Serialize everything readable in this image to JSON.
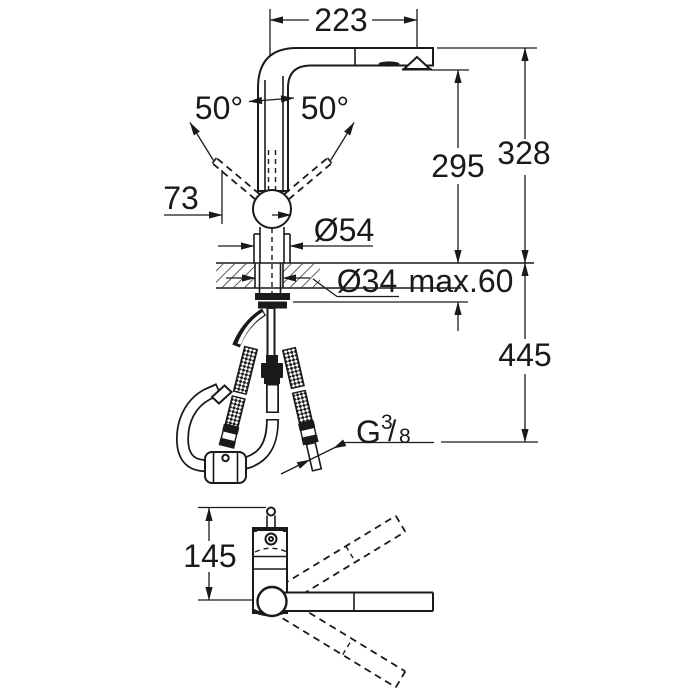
{
  "drawing": {
    "kind": "technical dimension drawing - pull-out kitchen mixer tap",
    "line_color": "#1a1a1a",
    "background": "#ffffff",
    "dims": {
      "spout_reach": "223",
      "handle_swivel_left": "50°",
      "handle_swivel_right": "50°",
      "handle_offset": "73",
      "spout_outlet_height": "295",
      "overall_height": "328",
      "base_diameter": "Ø54",
      "mounting_hole_diameter": "Ø34",
      "max_counter_thickness": "max.60",
      "below_counter_length": "445",
      "side_view_height": "145"
    },
    "thread": {
      "prefix": "G",
      "numerator": "3",
      "slash": "/",
      "denominator": "8"
    }
  }
}
